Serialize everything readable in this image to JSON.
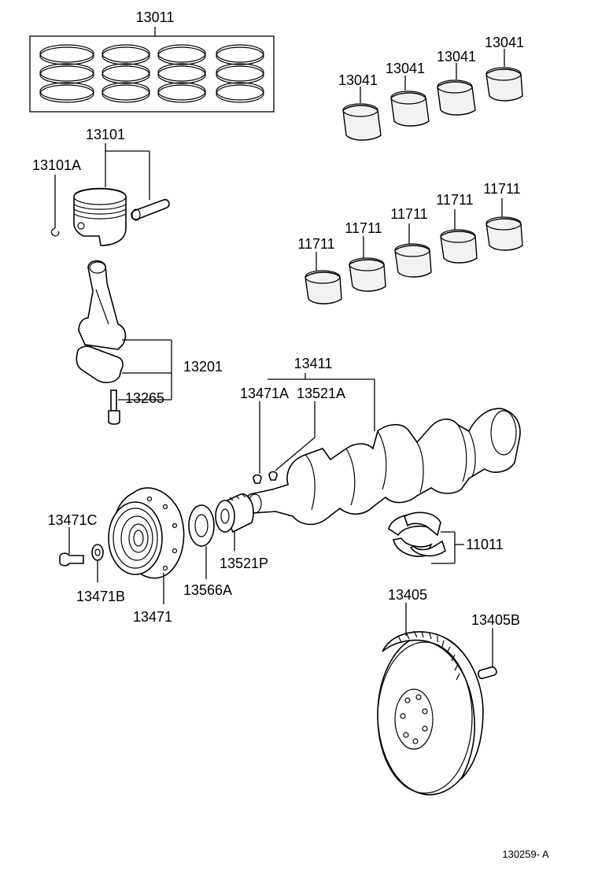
{
  "labels": {
    "piston_rings": "13011",
    "bearing_13041_a": "13041",
    "bearing_13041_b": "13041",
    "bearing_13041_c": "13041",
    "bearing_13041_d": "13041",
    "piston_set": "13101",
    "snap_ring": "13101A",
    "bearing_11711_a": "11711",
    "bearing_11711_b": "11711",
    "bearing_11711_c": "11711",
    "bearing_11711_d": "11711",
    "bearing_11711_e": "11711",
    "connecting_rod": "13201",
    "rod_bolt": "13265",
    "crankshaft": "13411",
    "key_a": "13471A",
    "key_b": "13521A",
    "pulley_bolt": "13471C",
    "washer": "13471B",
    "pulley": "13471",
    "oil_slinger": "13566A",
    "timing_gear": "13521P",
    "thrust_washer": "11011",
    "flywheel": "13405",
    "flywheel_bolt": "13405B"
  },
  "figure_number": "130259- A"
}
